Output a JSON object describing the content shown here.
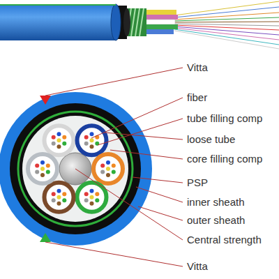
{
  "diagram": {
    "labels": [
      "Vitta",
      "fiber",
      "tube filling comp",
      "loose tube",
      "core filling comp",
      "PSP",
      "inner sheath",
      "outer sheath",
      "Central strength",
      "Vitta"
    ]
  }
}
